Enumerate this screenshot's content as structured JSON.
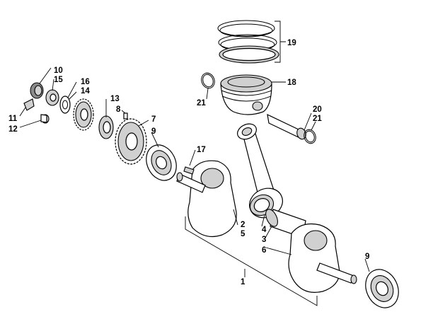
{
  "callouts": {
    "c1": "1",
    "c2": "2",
    "c3": "3",
    "c4": "4",
    "c5": "5",
    "c6": "6",
    "c7": "7",
    "c8": "8",
    "c9a": "9",
    "c9b": "9",
    "c10": "10",
    "c11": "11",
    "c12": "12",
    "c13": "13",
    "c14": "14",
    "c15": "15",
    "c16": "16",
    "c17": "17",
    "c18": "18",
    "c19": "19",
    "c20": "20",
    "c21a": "21",
    "c21b": "21"
  }
}
